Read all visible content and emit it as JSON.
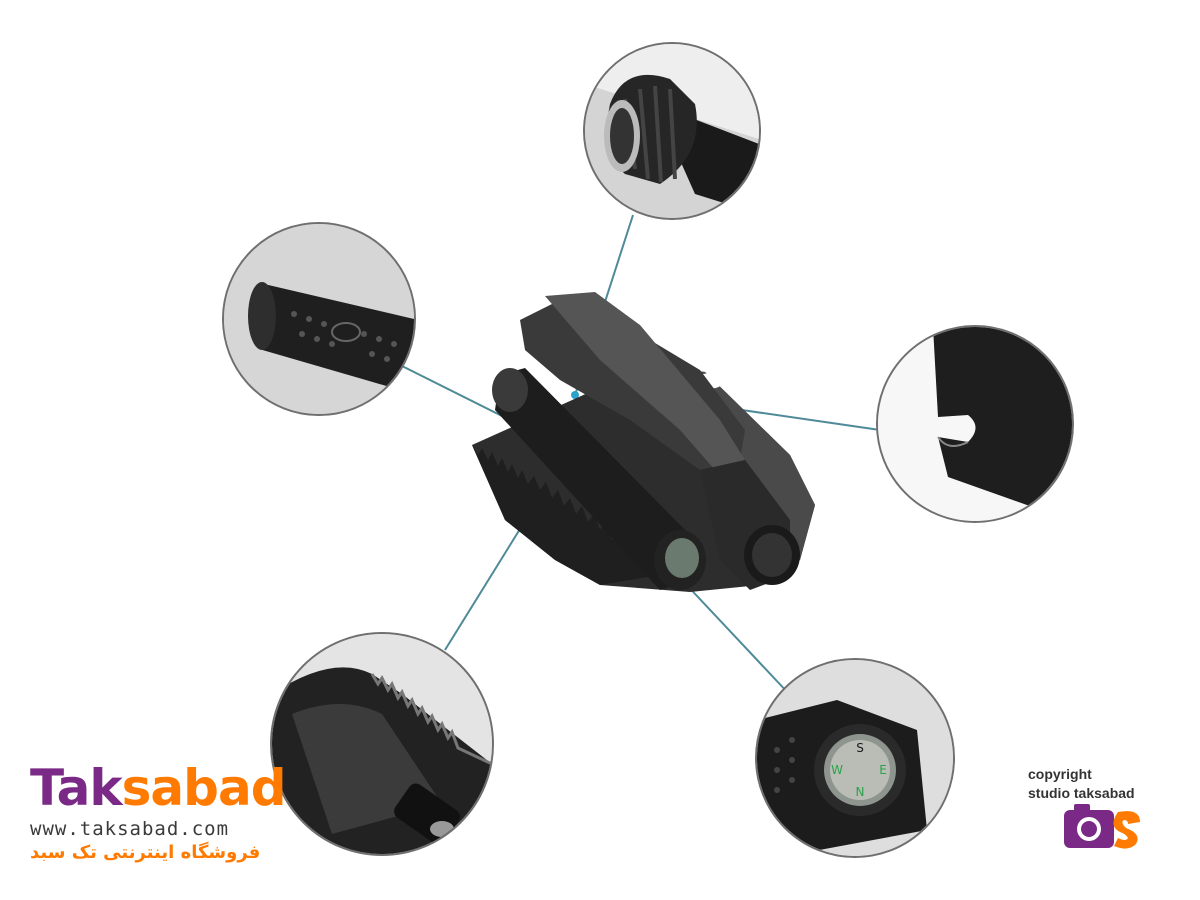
{
  "brand": {
    "word_part1": "Tak",
    "word_part2": "sabad",
    "url": "www.taksabad.com",
    "tagline_fa": "فروشگاه اینترنتی تک سبد",
    "colors": {
      "purple": "#7a2a86",
      "orange": "#ff7a00"
    }
  },
  "copyright": {
    "line1": "copyright",
    "line2": "studio taksabad"
  },
  "callouts": [
    {
      "name": "screw-joint-detail"
    },
    {
      "name": "grip-handle-detail"
    },
    {
      "name": "bottle-opener-detail"
    },
    {
      "name": "saw-edge-detail"
    },
    {
      "name": "compass-detail"
    }
  ],
  "compass": {
    "labels": [
      "S",
      "W",
      "E",
      "N"
    ]
  },
  "colors": {
    "leader_line": "#4f8a98",
    "dot": "#2aa3c9"
  }
}
